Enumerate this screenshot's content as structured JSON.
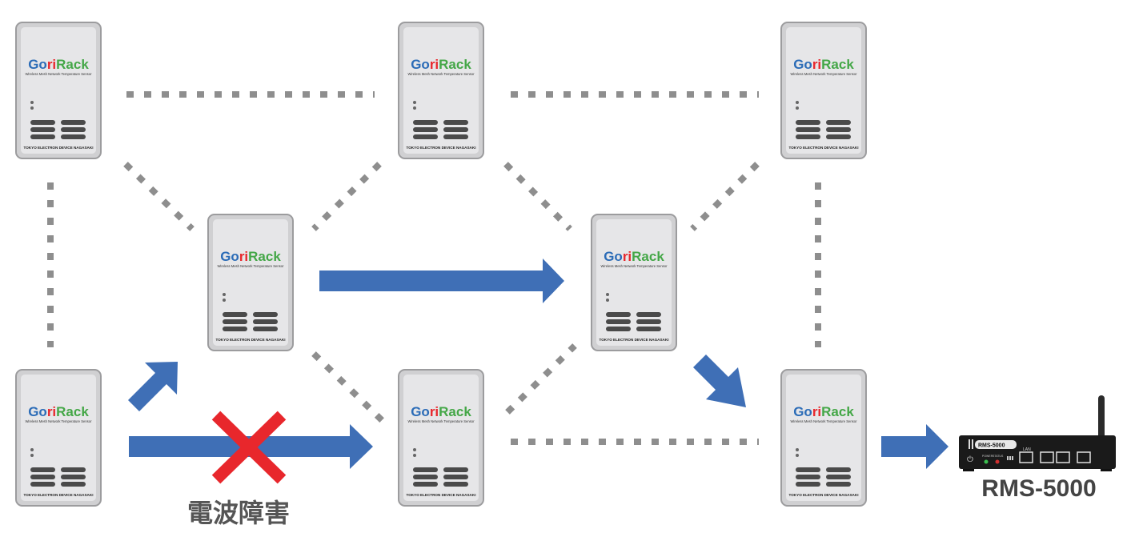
{
  "sensor": {
    "logo_prefix": "Go",
    "logo_mid": "ri",
    "logo_suffix": "Rack",
    "subtitle": "Wireless Mesh Network Temperature Sensor",
    "footer": "TOKYO ELECTRON DEVICE NAGASAKI"
  },
  "interference_label": "電波障害",
  "gateway": {
    "label": "RMS-5000",
    "plate": "RMS-5000",
    "port_label": "LAN",
    "led_labels": [
      "POWER",
      "STATUS"
    ]
  },
  "colors": {
    "arrow": "#3f6fb6",
    "cross": "#e8272c",
    "dotted_link": "#8e8e8e",
    "logo_blue": "#2b6cb7",
    "logo_green": "#44a747"
  }
}
